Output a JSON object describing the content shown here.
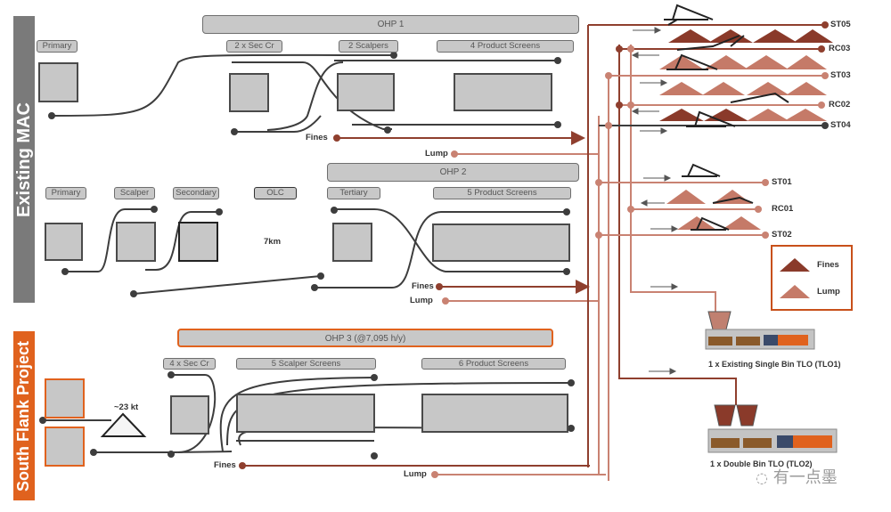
{
  "sections": {
    "existing": "Existing MAC",
    "south_flank": "South Flank Project"
  },
  "ohp1": {
    "title": "OHP 1",
    "stages": [
      "Primary",
      "2 x Sec Cr",
      "2 Scalpers",
      "4 Product Screens"
    ],
    "outputs": {
      "fines": "Fines",
      "lump": "Lump"
    }
  },
  "ohp2": {
    "title": "OHP 2",
    "stages": [
      "Primary",
      "Scalper",
      "Secondary",
      "OLC",
      "Tertiary",
      "5 Product Screens"
    ],
    "distance": "7km",
    "outputs": {
      "fines": "Fines",
      "lump": "Lump"
    }
  },
  "ohp3": {
    "title": "OHP 3 (@7,095 h/y)",
    "stages": [
      "4 x Sec Cr",
      "5 Scalper Screens",
      "6 Product Screens"
    ],
    "stockpile": "~23 kt",
    "outputs": {
      "fines": "Fines",
      "lump": "Lump"
    }
  },
  "stockyard": {
    "lines": [
      "ST05",
      "RC03",
      "ST03",
      "RC02",
      "ST04",
      "ST01",
      "RC01",
      "ST02"
    ]
  },
  "legend": {
    "items": [
      {
        "label": "Fines",
        "color": "#8a3a2a"
      },
      {
        "label": "Lump",
        "color": "#c57a68"
      }
    ]
  },
  "loadouts": {
    "tlo1": "1 x Existing Single Bin TLO (TLO1)",
    "tlo2": "1 x Double Bin TLO (TLO2)"
  },
  "watermark": "有一点墨",
  "colors": {
    "conveyor": "#3d3d3d",
    "fines": "#8f3f2e",
    "lump": "#c98272",
    "accent": "#e0621e",
    "panel": "#7a7a7a"
  }
}
